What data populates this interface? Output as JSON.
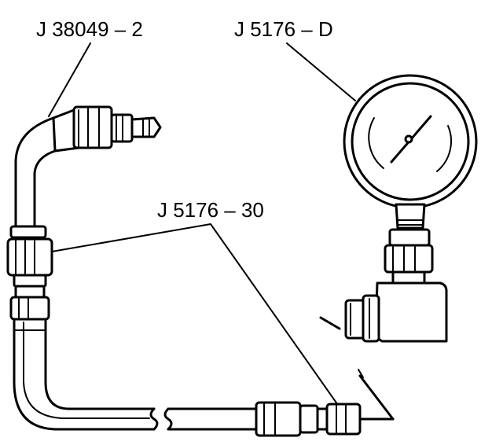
{
  "labels": {
    "hose_top": "J 38049 – 2",
    "gauge": "J 5176 – D",
    "adapter": "J 5176 – 30"
  },
  "colors": {
    "ink": "#000000",
    "paper": "#ffffff"
  }
}
